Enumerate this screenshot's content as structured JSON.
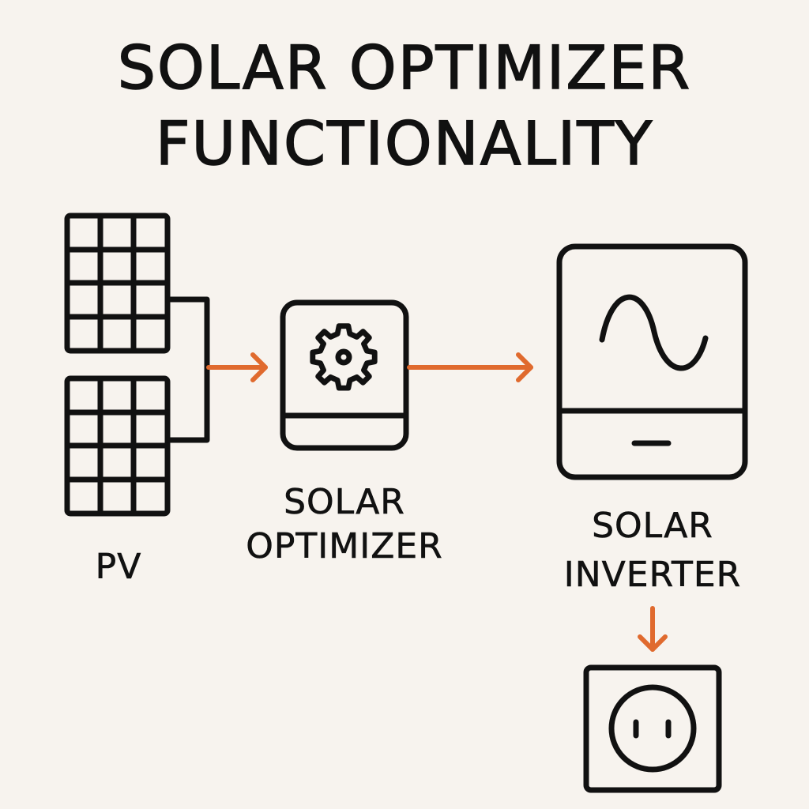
{
  "title": {
    "line1": "SOLAR OPTIMIZER",
    "line2": "FUNCTIONALITY"
  },
  "nodes": {
    "pv": {
      "label": "PV",
      "icon": "solar-panel-icon"
    },
    "optimizer": {
      "label_line1": "SOLAR",
      "label_line2": "OPTIMIZER",
      "icon": "gear-icon"
    },
    "inverter": {
      "label_line1": "SOLAR",
      "label_line2": "INVERTER",
      "icon": "sine-wave-icon"
    },
    "outlet": {
      "icon": "power-outlet-icon"
    }
  },
  "colors": {
    "background": "#f7f3ee",
    "stroke": "#111111",
    "arrow": "#e06a2e"
  }
}
